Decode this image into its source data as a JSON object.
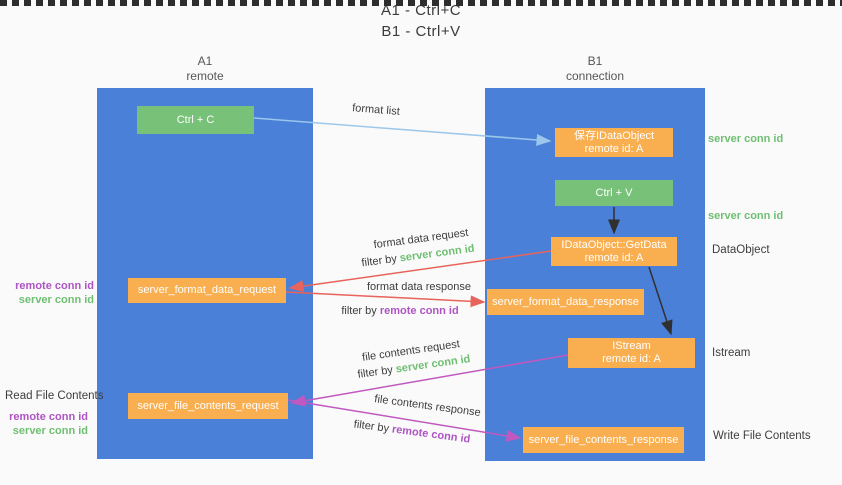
{
  "title": {
    "line1": "A1 - Ctrl+C",
    "line2": "B1 - Ctrl+V"
  },
  "lifelines": {
    "left": {
      "name": "A1",
      "role": "remote"
    },
    "right": {
      "name": "B1",
      "role": "connection"
    }
  },
  "nodes": {
    "ctrl_c": {
      "label": "Ctrl + C"
    },
    "save_idataobject": {
      "line1": "保存IDataObject",
      "line2": "remote id: A"
    },
    "ctrl_v": {
      "label": "Ctrl + V"
    },
    "getdata": {
      "line1": "IDataObject::GetData",
      "line2": "remote id: A"
    },
    "format_request": {
      "label": "server_format_data_request"
    },
    "format_response": {
      "label": "server_format_data_response"
    },
    "istream": {
      "line1": "IStream",
      "line2": "remote id: A"
    },
    "file_request": {
      "label": "server_file_contents_request"
    },
    "file_response": {
      "label": "server_file_contents_response"
    }
  },
  "edge_labels": {
    "format_list": "format list",
    "format_data_request": "format data request",
    "format_data_response": "format data response",
    "file_contents_request": "file contents request",
    "file_contents_response": "file contents response",
    "filter_by": "filter by",
    "server_conn_id": "server conn id",
    "remote_conn_id": "remote conn id"
  },
  "side_labels": {
    "server_conn_id_top": "server conn id",
    "server_conn_id_mid": "server conn id",
    "dataobject": "DataObject",
    "istream": "Istream",
    "read_file_contents": "Read File Contents",
    "write_file_contents": "Write File Contents",
    "remote_conn_id": "remote conn id",
    "server_conn_id": "server conn id"
  },
  "colors": {
    "lifeline_blue": "#4A80D8",
    "node_green": "#77C178",
    "node_orange": "#F9AE4F",
    "arrow_red": "#E8635C",
    "arrow_magenta": "#C158C0",
    "arrow_lightblue": "#9CC7EA",
    "arrow_black": "#303030",
    "text_green": "#6FBF72",
    "text_purple": "#AE54C4",
    "background": "#FAFAFA"
  }
}
